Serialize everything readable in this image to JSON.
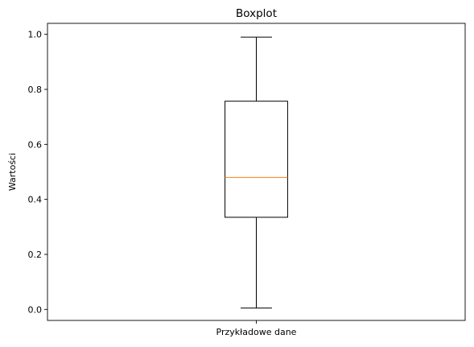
{
  "chart_data": {
    "type": "boxplot",
    "title": "Boxplot",
    "xlabel": "",
    "ylabel": "Wartości",
    "categories": [
      "Przykładowe dane"
    ],
    "boxes": [
      {
        "category": "Przykładowe dane",
        "whisker_low": 0.005,
        "q1": 0.335,
        "median": 0.48,
        "q3": 0.757,
        "whisker_high": 0.99
      }
    ],
    "ylim": [
      -0.04,
      1.04
    ],
    "yticks": [
      0.0,
      0.2,
      0.4,
      0.6,
      0.8,
      1.0
    ],
    "ytick_labels": [
      "0.0",
      "0.2",
      "0.4",
      "0.6",
      "0.8",
      "1.0"
    ],
    "grid": false,
    "colors": {
      "box": "#000000",
      "median": "#ff7f0e",
      "axes": "#000000"
    }
  }
}
